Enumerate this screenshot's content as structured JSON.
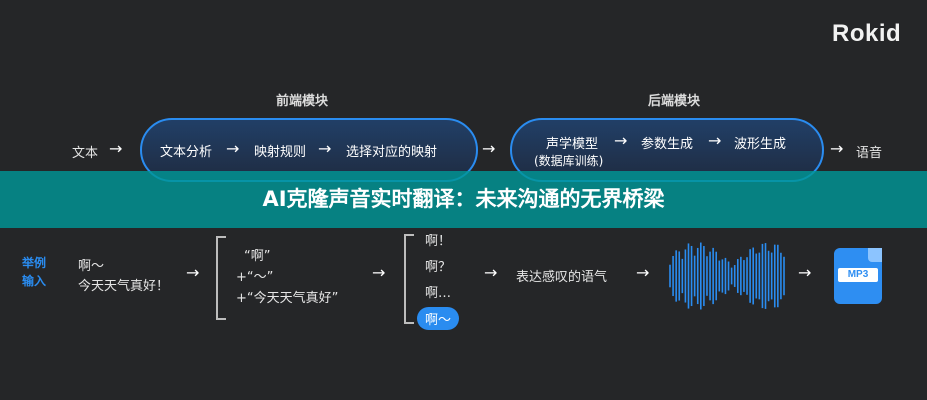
{
  "brand": {
    "logo": "Rokid"
  },
  "frontend": {
    "title": "前端模块",
    "steps": [
      "文本分析",
      "映射规则",
      "选择对应的映射"
    ]
  },
  "backend": {
    "title": "后端模块",
    "steps": [
      "声学模型",
      "参数生成",
      "波形生成"
    ],
    "sub": "(数据库训练)"
  },
  "flow": {
    "input": "文本",
    "output": "语音"
  },
  "banner": {
    "text": "AI克隆声音实时翻译：未来沟通的无界桥梁"
  },
  "example": {
    "label_line1": "举例",
    "label_line2": "输入",
    "input_line1": "啊～",
    "input_line2": "今天天气真好！",
    "combos": [
      "“啊”",
      "+“～”",
      "+“今天天气真好”"
    ],
    "options": [
      "啊！",
      "啊？",
      "啊…",
      "啊～"
    ],
    "result": "表达感叹的语气",
    "file_label": "MP3"
  },
  "arrow_glyph": "→",
  "colors": {
    "accent": "#2a8cf0",
    "banner": "#009696",
    "background": "#252628"
  }
}
